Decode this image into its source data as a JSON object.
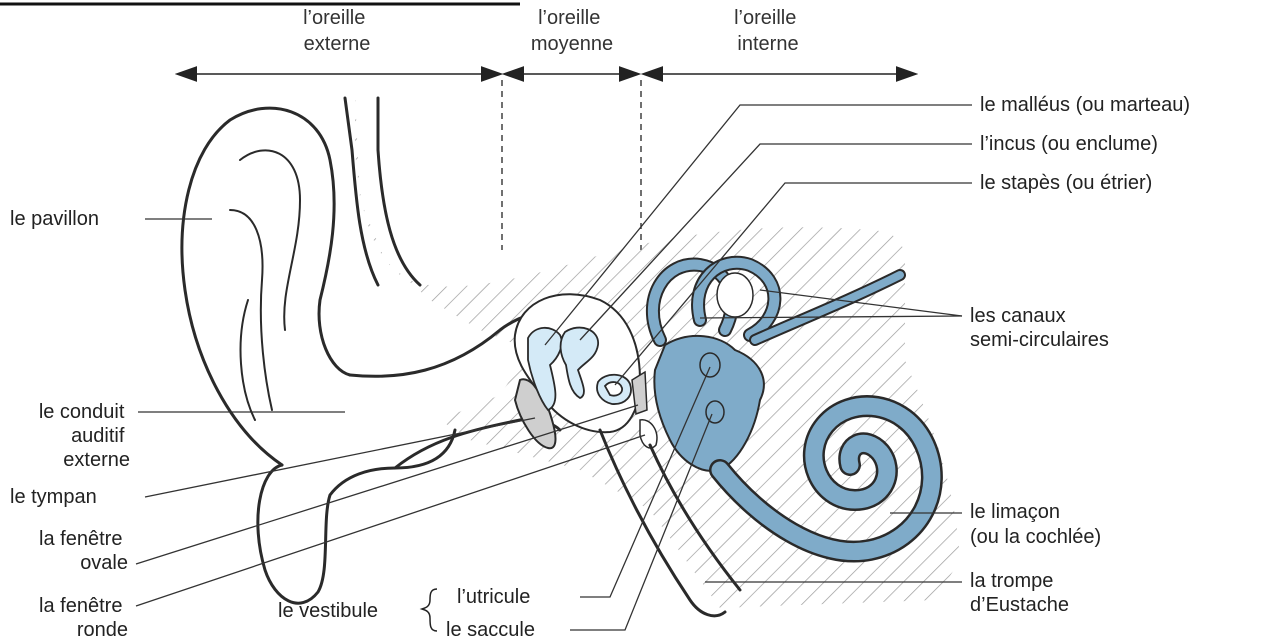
{
  "sections": {
    "external": [
      "l’oreille",
      "externe"
    ],
    "middle": [
      "l’oreille",
      "moyenne"
    ],
    "inner": [
      "l’oreille",
      "interne"
    ]
  },
  "labels_left": {
    "pavillon": "le pavillon",
    "conduit": [
      "le conduit",
      "auditif",
      "externe"
    ],
    "tympan": "le tympan",
    "fenetre_ovale": [
      "la fenêtre",
      "ovale"
    ],
    "fenetre_ronde": [
      "la fenêtre",
      "ronde"
    ],
    "vestibule": "le vestibule",
    "utricule": "l’utricule",
    "saccule": "le saccule"
  },
  "labels_right": {
    "malleus": "le malléus (ou marteau)",
    "incus": "l’incus (ou enclume)",
    "stapes": "le stapès (ou étrier)",
    "canaux": [
      "les canaux",
      "semi-circulaires"
    ],
    "limacon": [
      "le limaçon",
      "(ou la cochlée)"
    ],
    "trompe": [
      "la trompe",
      "d’Eustache"
    ]
  },
  "colors": {
    "ossicle_fill": "#d4eaf7",
    "labyrinth_fill": "#7fabc9",
    "hatch": "#9a9a9a",
    "membrane": "#cfcfcf"
  }
}
